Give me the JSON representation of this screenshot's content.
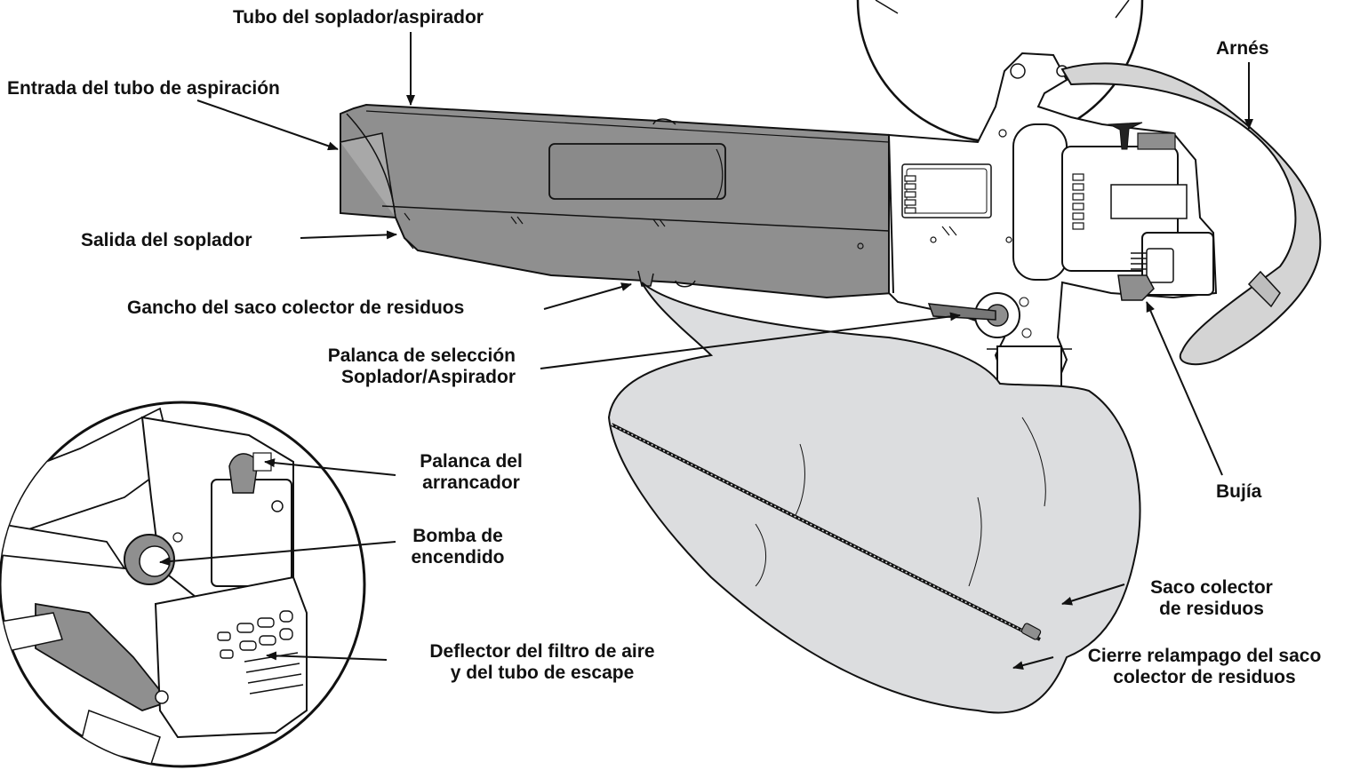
{
  "labels": {
    "tubo": "Tubo del soplador/aspirador",
    "entrada": "Entrada del tubo de aspiración",
    "salida": "Salida del soplador",
    "gancho": "Gancho del saco colector de residuos",
    "palanca_sel_1": "Palanca de selección",
    "palanca_sel_2": "Soplador/Aspirador",
    "arnes": "Arnés",
    "bujia": "Bujía",
    "arrancador_1": "Palanca del",
    "arrancador_2": "arrancador",
    "bomba_1": "Bomba de",
    "bomba_2": "encendido",
    "deflector_1": "Deflector del filtro de aire",
    "deflector_2": "y del tubo de escape",
    "saco_1": "Saco colector",
    "saco_2": "de residuos",
    "cierre_1": "Cierre relampago del saco",
    "cierre_2": "colector de residuos"
  },
  "colors": {
    "tube_fill": "#8f8f8f",
    "bag_fill": "#dcdddf",
    "outline": "#111111",
    "housing_fill": "#ffffff"
  }
}
